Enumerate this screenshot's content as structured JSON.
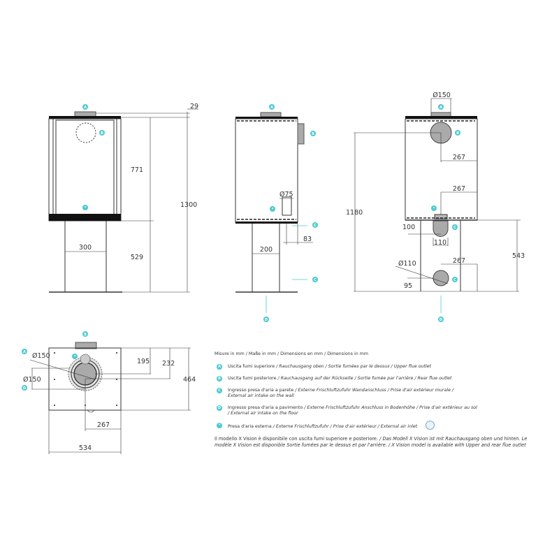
{
  "marker_color": "#4cc9d0",
  "views": {
    "front": {
      "markers": [
        "A",
        "B",
        "*"
      ],
      "dimensions": {
        "top_offset": "29",
        "body_height": "771",
        "total_height": "1300",
        "pedestal_height": "529",
        "pedestal_width": "300"
      }
    },
    "side": {
      "markers": [
        "A",
        "B",
        "*",
        "C",
        "C",
        "D"
      ],
      "dimensions": {
        "inlet_diameter": "Ø75",
        "inlet_offset": "83",
        "pedestal_width": "200"
      }
    },
    "rear": {
      "markers": [
        "A",
        "B",
        "*",
        "C",
        "C",
        "D"
      ],
      "dimensions": {
        "top_flue_diameter": "Ø150",
        "rear_flue_offset": "267",
        "star_offset": "267",
        "rear_flue_height": "1180",
        "inlet_width_label": "100",
        "inlet_width": "110",
        "lower_inlet_diameter": "Ø110",
        "lower_inlet_offset": "267",
        "lower_inlet_height": "95",
        "pedestal_height": "543"
      }
    },
    "top": {
      "markers": [
        "B",
        "A",
        "*",
        "D"
      ],
      "dimensions": {
        "flue_diameter_a": "Ø150",
        "flue_diameter_d": "Ø150",
        "offset_195": "195",
        "offset_232": "232",
        "depth": "464",
        "center_offset": "267",
        "width": "534"
      }
    }
  },
  "legend": {
    "units": "Misure in mm / Maße in mm / Dimensions en mm / Dimensions in mm",
    "items": [
      {
        "marker": "A",
        "it": "Uscita fumi superiore",
        "rest": " / Rauchausgang oben  / Sortie fumées par le dessus / Upper flue outlet"
      },
      {
        "marker": "B",
        "it": "Uscita fumi posteriore",
        "rest": " / Rauchausgang auf der Rückseite / Sortie fumée par l'arrière / Rear flue outlet"
      },
      {
        "marker": "C",
        "it": "Ingresso presa d'aria a parete",
        "rest": " / Externe Frischluftzufuhr Wandanschluss / Prise d'air extérieur murale / External air intake on the wall"
      },
      {
        "marker": "D",
        "it": "Ingresso presa d'aria a pavimento",
        "rest": " / Externe Frischluftzufuhr Anschluss in Bodenhöhe / Prise d'air extérieur au sol  / External air intake on the floor"
      },
      {
        "marker": "*",
        "it": "Presa d'aria esterna",
        "rest": " / Externe Frischluftzufuhr / Prise d'air extérieur / External air inlet"
      }
    ],
    "note_it": "Il modello X Vision è disponibile con uscita fumi superiore e posteriore.",
    "note_rest": " / Das Modell X Vision ist mit Rauchausgang oben und hinten. Le modèle X Vision est disponible Sortie fumées par le dessus et par l'arrière. / X Vision model is available with Upper and rear flue outlet"
  }
}
